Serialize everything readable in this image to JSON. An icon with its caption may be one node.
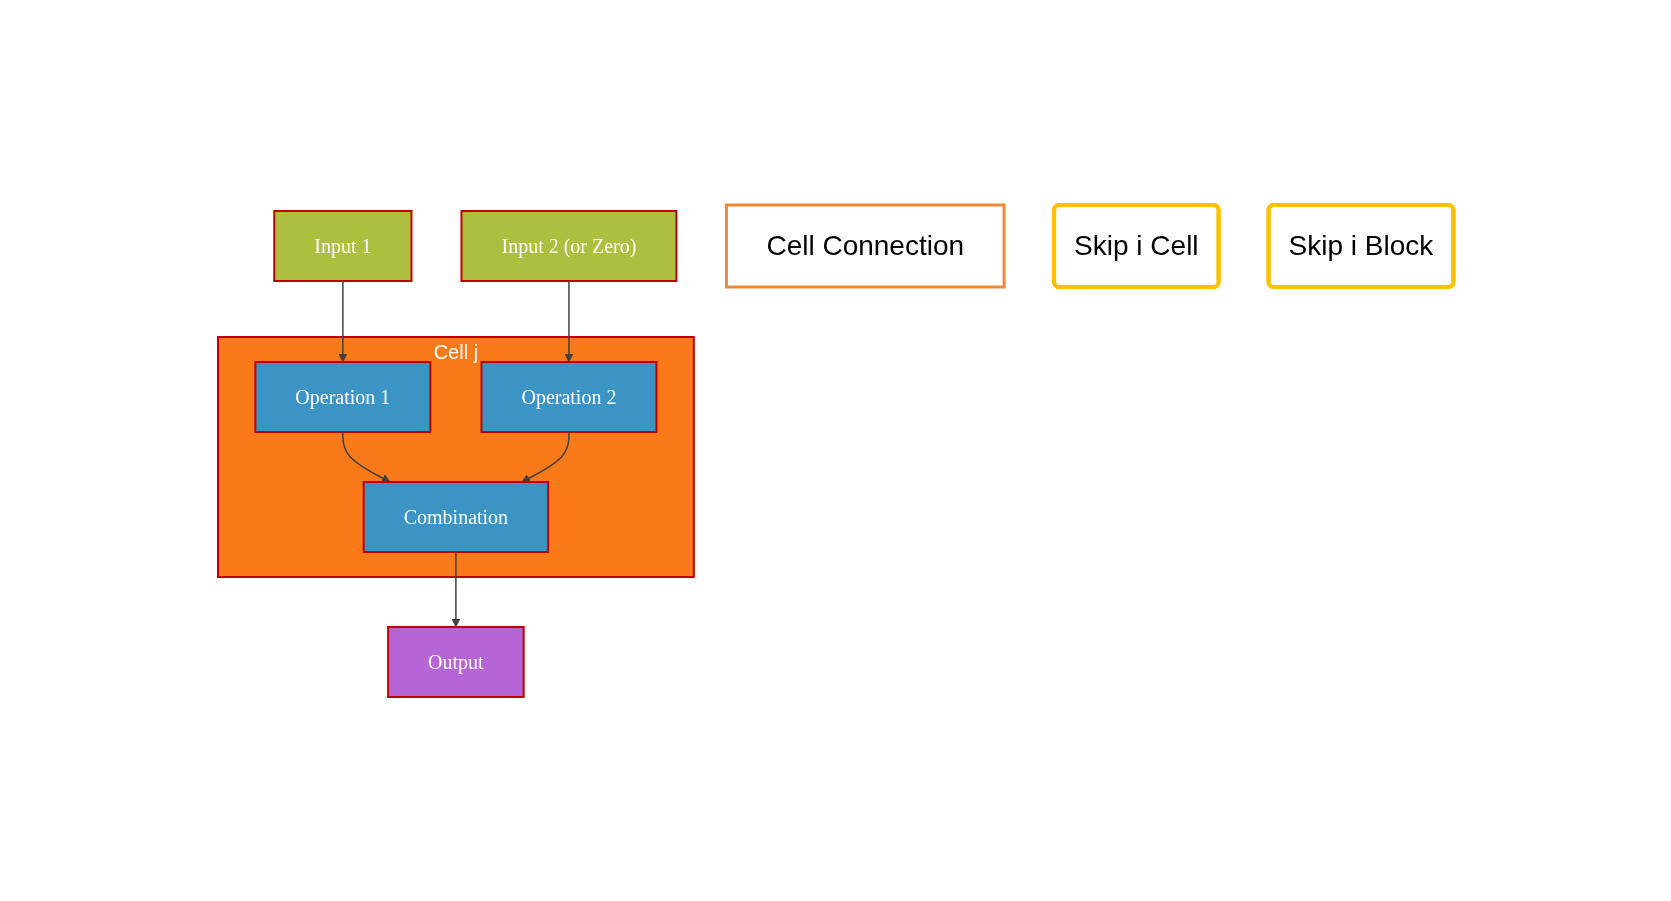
{
  "diagram": {
    "nodes": [
      {
        "text": [
          "Input 1"
        ]
      },
      {
        "text": [
          "Input 2 (or Zero)"
        ]
      },
      {
        "text": [
          "Cell j"
        ]
      },
      {
        "text": [
          "Operation 1"
        ],
        "in": 2
      },
      {
        "text": [
          "Operation 2"
        ],
        "in": 2
      },
      {
        "text": [
          "Combination"
        ],
        "in": 2
      },
      {
        "text": [
          "Output"
        ]
      },
      {
        "text": [
          "Cell Connection"
        ]
      },
      {
        "text": [
          "Skip i Cell"
        ]
      },
      {
        "text": [
          "Skip i Block"
        ]
      }
    ],
    "edges": [
      {
        "from": 0,
        "to": 3,
        "arrow": "to"
      },
      {
        "from": 1,
        "to": 4,
        "arrow": "to"
      },
      {
        "from": 3,
        "to": 5,
        "arrow": "to"
      },
      {
        "from": 4,
        "to": 5,
        "arrow": "to"
      },
      {
        "from": 5,
        "to": 6,
        "arrow": "to"
      }
    ]
  }
}
